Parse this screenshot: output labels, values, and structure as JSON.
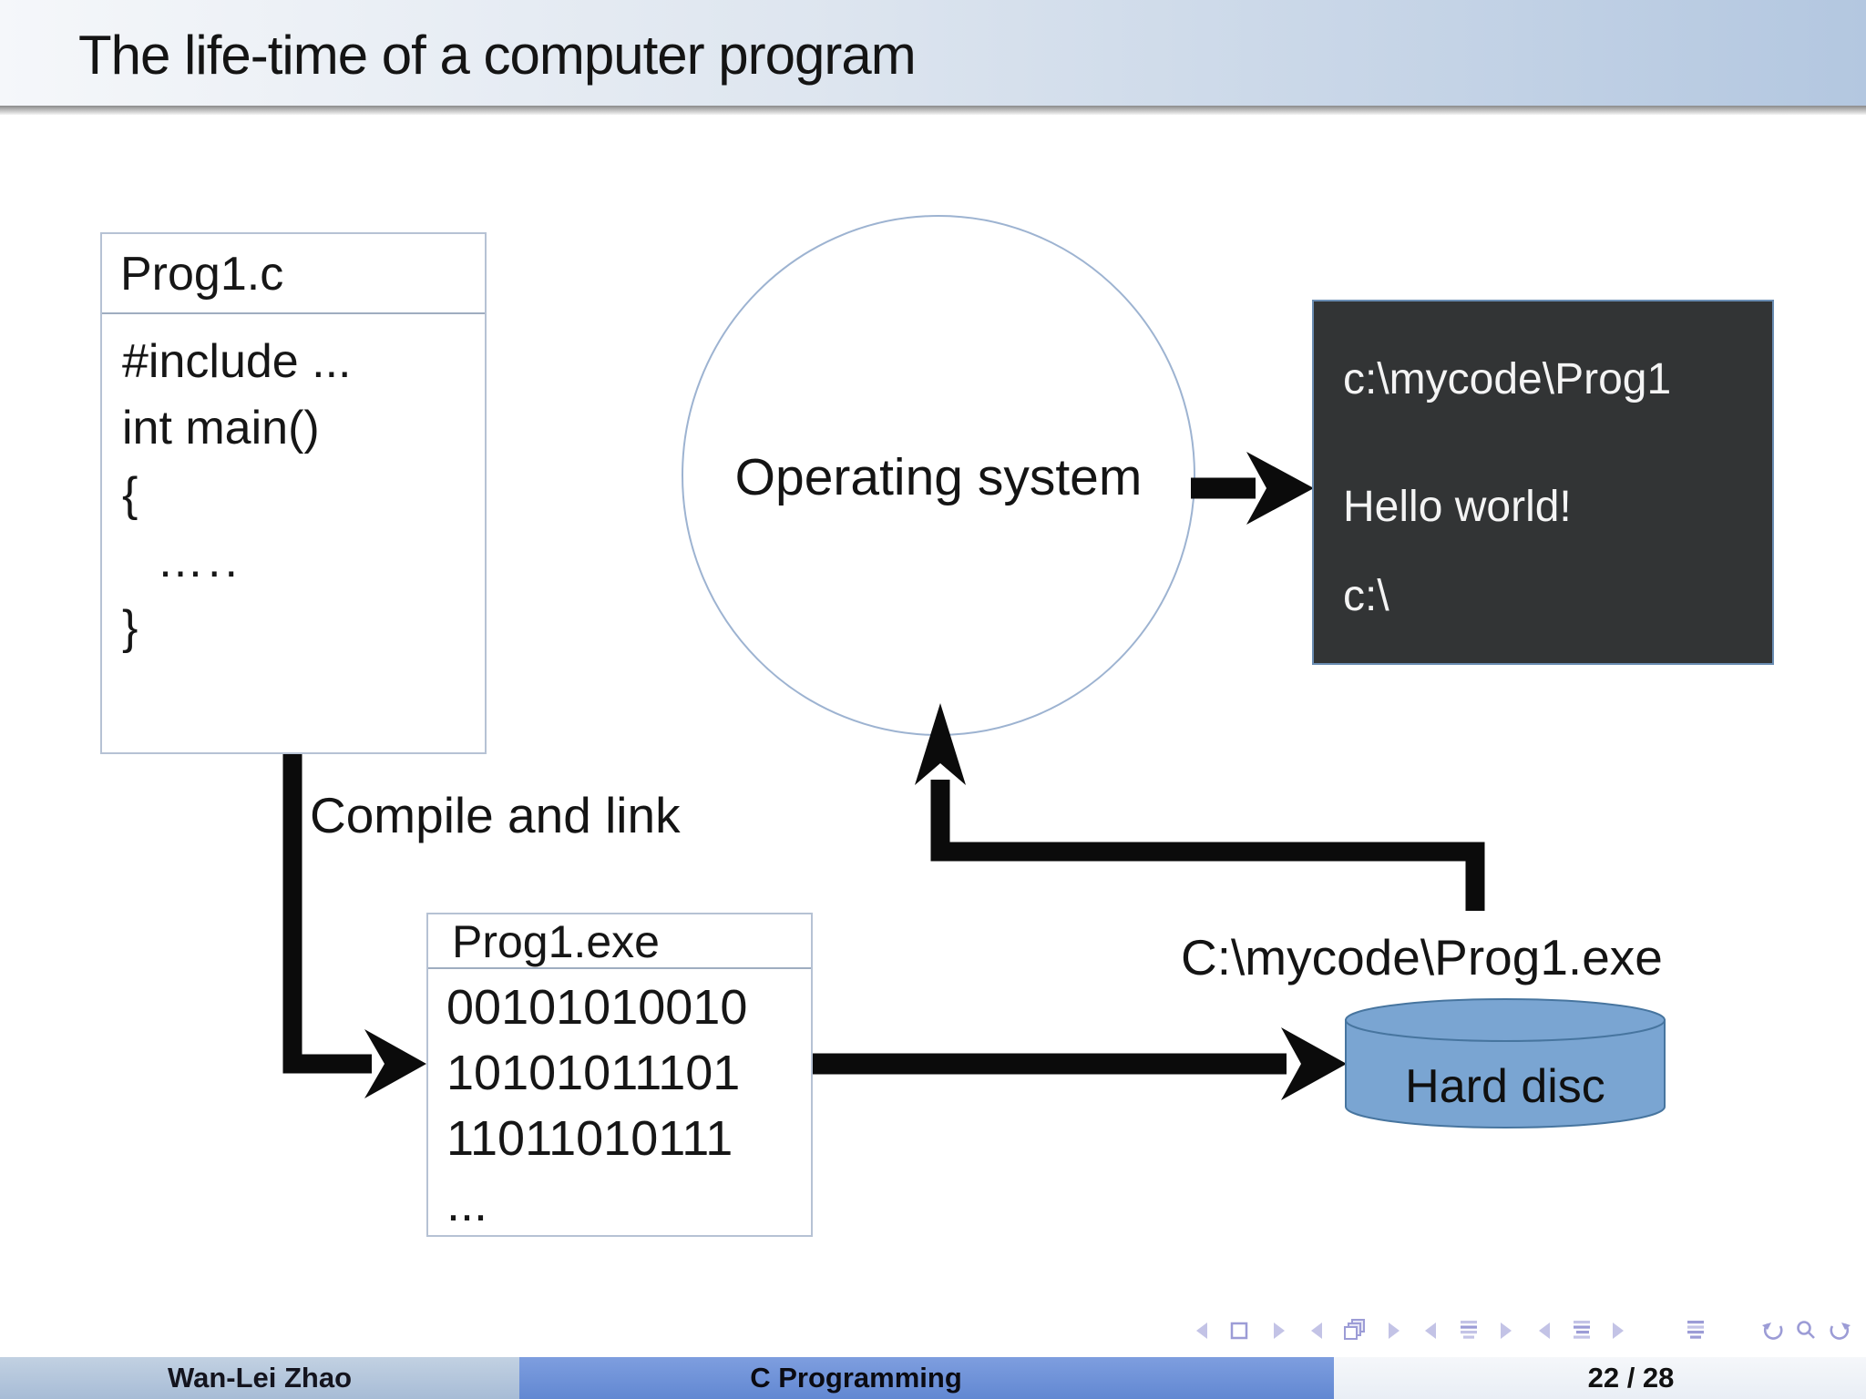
{
  "slide": {
    "title": "The life-time of a computer program"
  },
  "diagram": {
    "source_box": {
      "title": "Prog1.c",
      "lines": [
        "#include ...",
        "int main()",
        "{",
        "…..",
        "}"
      ]
    },
    "compile_label": "Compile and link",
    "exe_box": {
      "title": "Prog1.exe",
      "lines": [
        "00101010010",
        "10101011101",
        "11011010111",
        "..."
      ]
    },
    "os_label": "Operating system",
    "terminal": {
      "lines": [
        "c:\\mycode\\Prog1",
        "Hello world!",
        "c:\\"
      ]
    },
    "exe_path_label": "C:\\mycode\\Prog1.exe",
    "disk_label": "Hard disc"
  },
  "footer": {
    "author": "Wan-Lei Zhao",
    "course": "C Programming",
    "page": "22 / 28"
  },
  "nav": {
    "icons": [
      "prev-frame",
      "frame",
      "next-frame",
      "prev-slide",
      "slides",
      "next-slide",
      "prev-section",
      "section-list",
      "next-section",
      "prev-subsection",
      "subsection-list",
      "next-subsection",
      "appendix-list",
      "undo",
      "search",
      "redo"
    ]
  },
  "colors": {
    "title_gradient_end": "#b3c7e0",
    "footer_blue": "#6288d2",
    "footer_light": "#aec3da",
    "terminal_bg": "#323435",
    "disk_fill": "#7aa5d2",
    "disk_stroke": "#47759f",
    "arrow_black": "#0b0b0b",
    "nav_purple": "#9c9cd6"
  }
}
